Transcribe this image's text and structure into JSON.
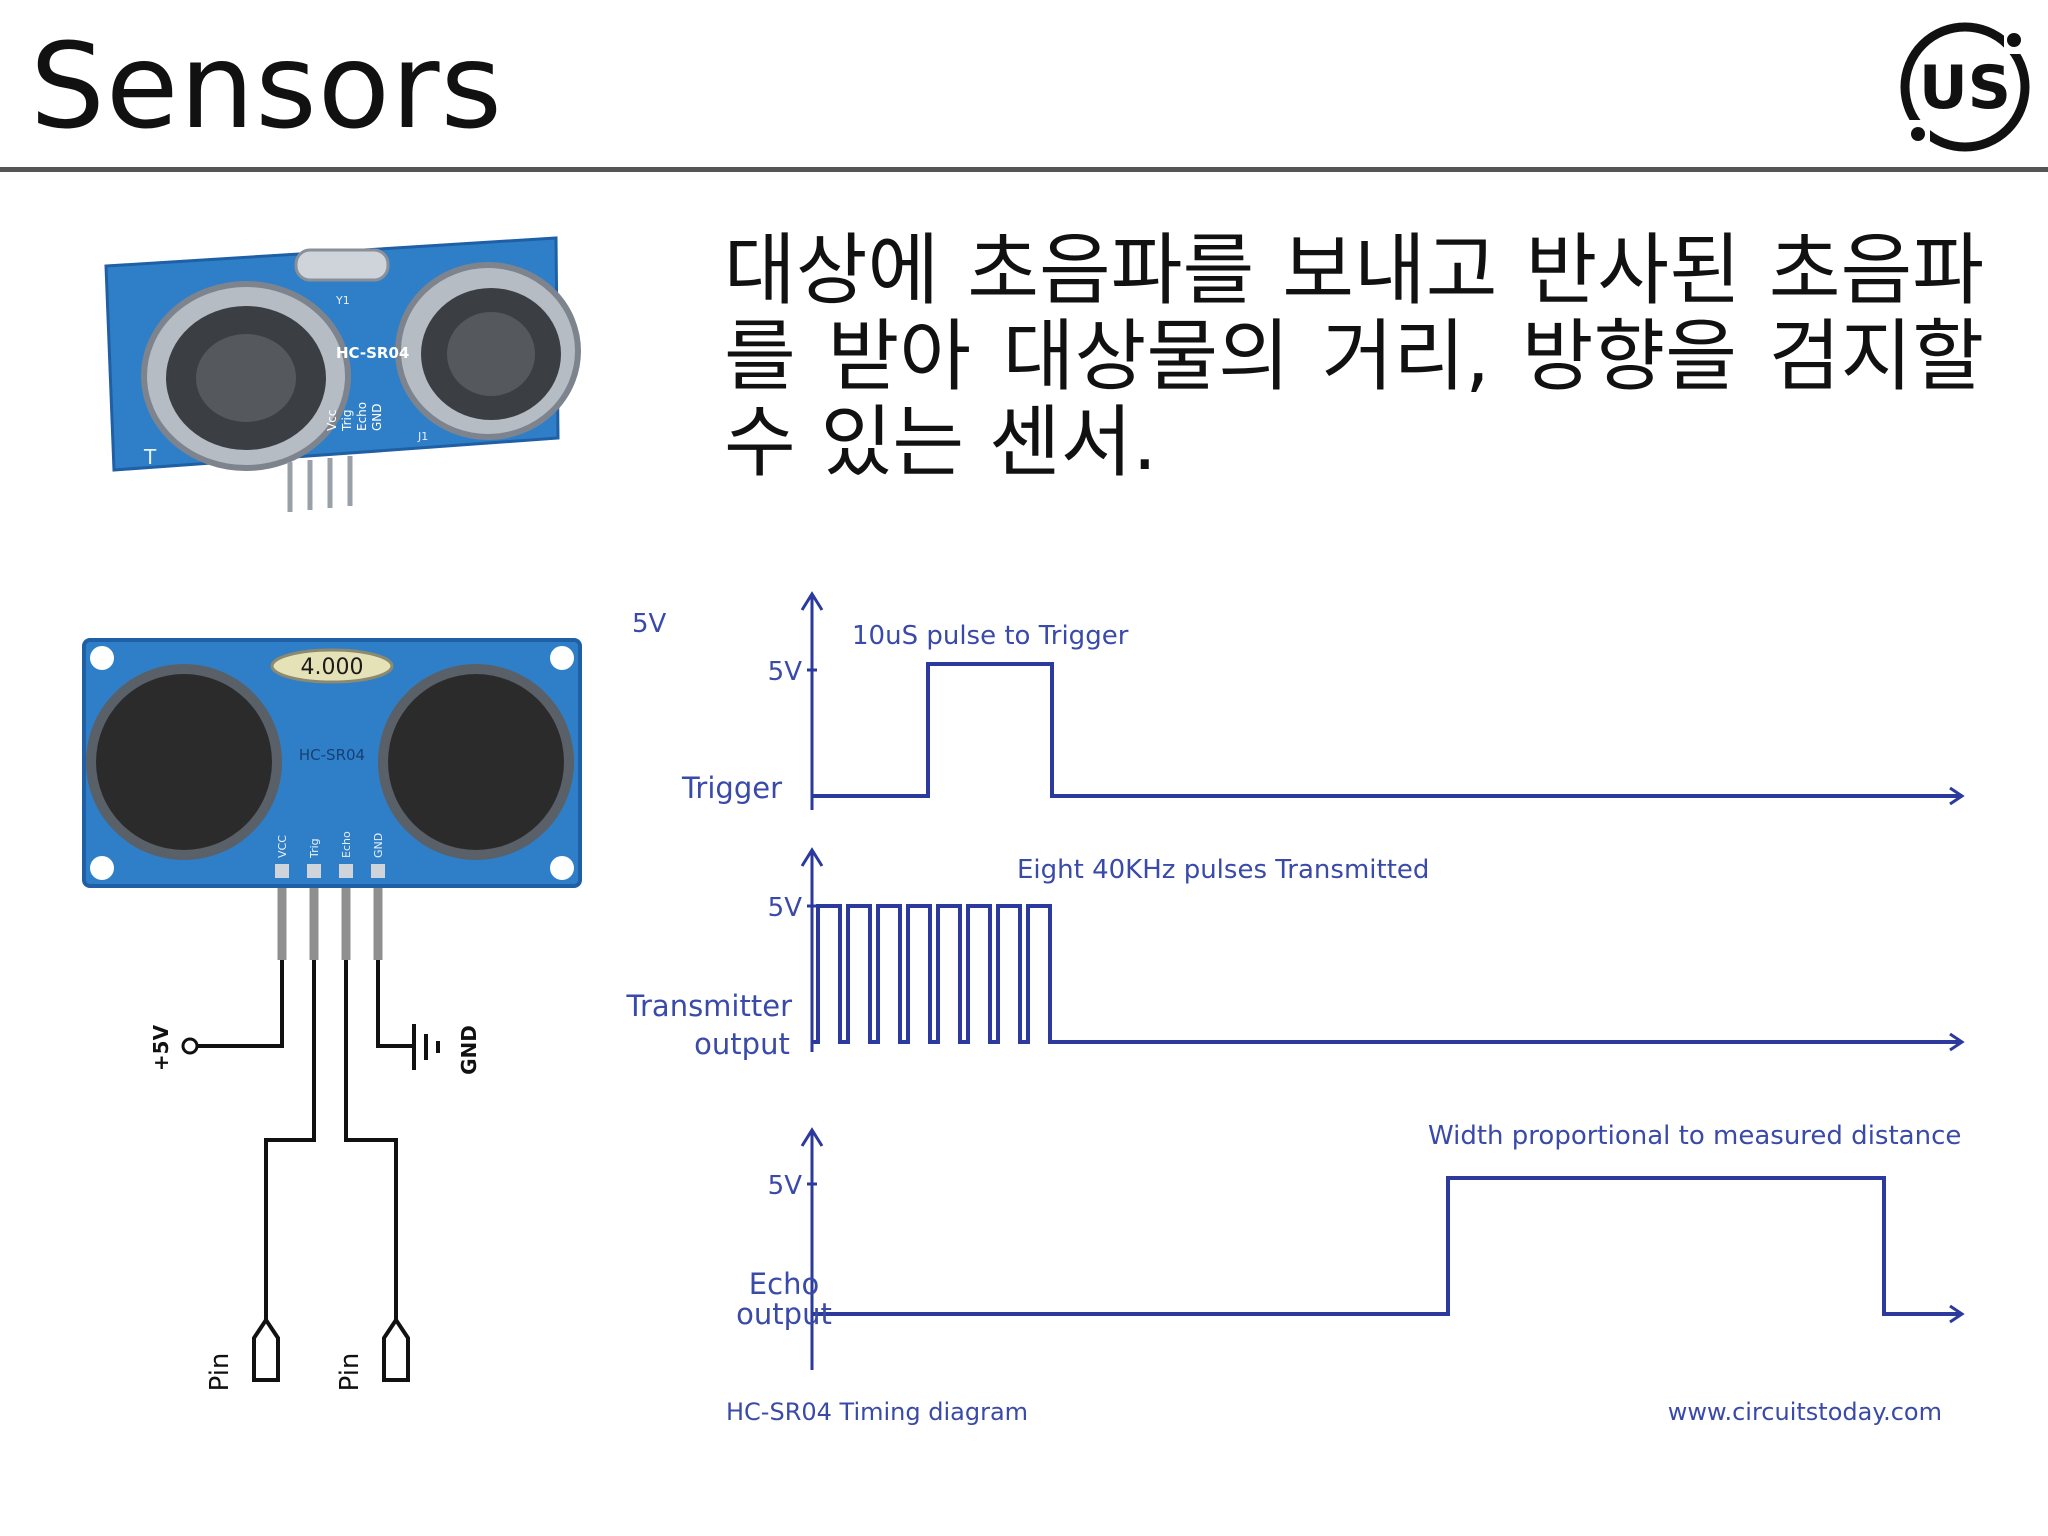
{
  "header": {
    "title": "Sensors",
    "logo_text": "US"
  },
  "description": "대상에 초음파를 보내고 반사된 초음파를 받아 대상물의 거리, 방향을 검지할 수 있는 센서.",
  "module_photo": {
    "labels": [
      "HC-SR04",
      "Vcc",
      "Trig",
      "Echo",
      "GND",
      "Y1",
      "T",
      "J1"
    ]
  },
  "wiring": {
    "display": "4.000",
    "model": "HC-SR04",
    "pins": [
      "VCC",
      "Trig",
      "Echo",
      "GND"
    ],
    "supply": "+5V",
    "ground": "GND",
    "pin_left": "Pin",
    "pin_right": "Pin"
  },
  "timing": {
    "corner_label": "5V",
    "trigger": {
      "label": "Trigger",
      "level": "5V",
      "note": "10uS pulse to Trigger"
    },
    "transmitter": {
      "label_line1": "Transmitter",
      "label_line2": "output",
      "level": "5V",
      "note": "Eight 40KHz pulses Transmitted",
      "pulse_count": 8
    },
    "echo": {
      "label_line1": "Echo",
      "label_line2": "output",
      "level": "5V",
      "note": "Width proportional to measured distance"
    },
    "caption": "HC-SR04 Timing diagram",
    "source": "www.circuitstoday.com"
  },
  "colors": {
    "signal": "#2b3a9c",
    "label": "#3a4aa8",
    "board": "#2f7fc8",
    "board_dark": "#1f5fa6"
  }
}
